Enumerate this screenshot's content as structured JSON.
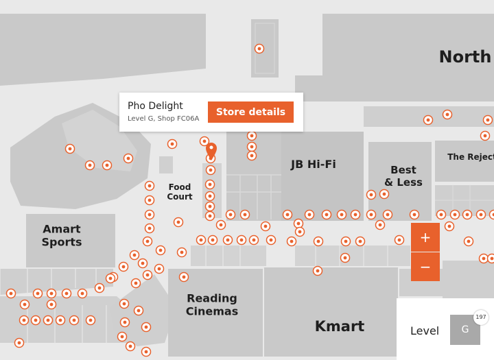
{
  "colors": {
    "background": "#e9e9e9",
    "building": "#c9c9c9",
    "building_light": "#d6d6d6",
    "accent": "#e8612c",
    "marker_inner": "#e8612c",
    "marker_ring": "#ffffff"
  },
  "stores": [
    {
      "key": "north",
      "text": "North"
    },
    {
      "key": "jb-hi-fi",
      "text": "JB Hi-Fi"
    },
    {
      "key": "best-less",
      "text": "Best & Less"
    },
    {
      "key": "the-reject",
      "text": "The Reject"
    },
    {
      "key": "food-court",
      "text": "Food Court"
    },
    {
      "key": "amart-sports",
      "text": "Amart Sports"
    },
    {
      "key": "reading-cinemas",
      "text": "Reading Cinemas"
    },
    {
      "key": "kmart",
      "text": "Kmart"
    }
  ],
  "popup": {
    "title": "Pho Delight",
    "subtitle": "Level G, Shop FC06A",
    "button_label": "Store details"
  },
  "selected_pin_icon": "map-pin-icon",
  "zoom": {
    "in_icon": "plus-icon",
    "in_label": "+",
    "out_icon": "minus-icon",
    "out_label": "−"
  },
  "level": {
    "label": "Level",
    "current": "G",
    "badge": "197"
  }
}
